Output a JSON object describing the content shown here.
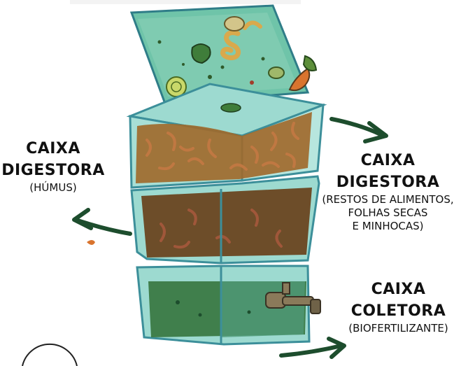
{
  "labels": {
    "left": {
      "title_line1": "CAIXA",
      "title_line2": "DIGESTORA",
      "subtitle": "(HÚMUS)"
    },
    "right": {
      "title_line1": "CAIXA",
      "title_line2": "DIGESTORA",
      "subtitle_line1": "(RESTOS DE ALIMENTOS,",
      "subtitle_line2": "FOLHAS  SECAS",
      "subtitle_line3": "E MINHOCAS)"
    },
    "bottom": {
      "title_line1": "CAIXA",
      "title_line2": "COLETORA",
      "subtitle": "(BIOFERTILIZANTE)"
    }
  },
  "colors": {
    "glass": "#8fd3c9",
    "glass_edge": "#3c8f9a",
    "soil": "#a06a2c",
    "humus": "#6a4620",
    "liquid": "#3b7a44",
    "arrow": "#1d4d2d",
    "worm": "#b8643a"
  }
}
